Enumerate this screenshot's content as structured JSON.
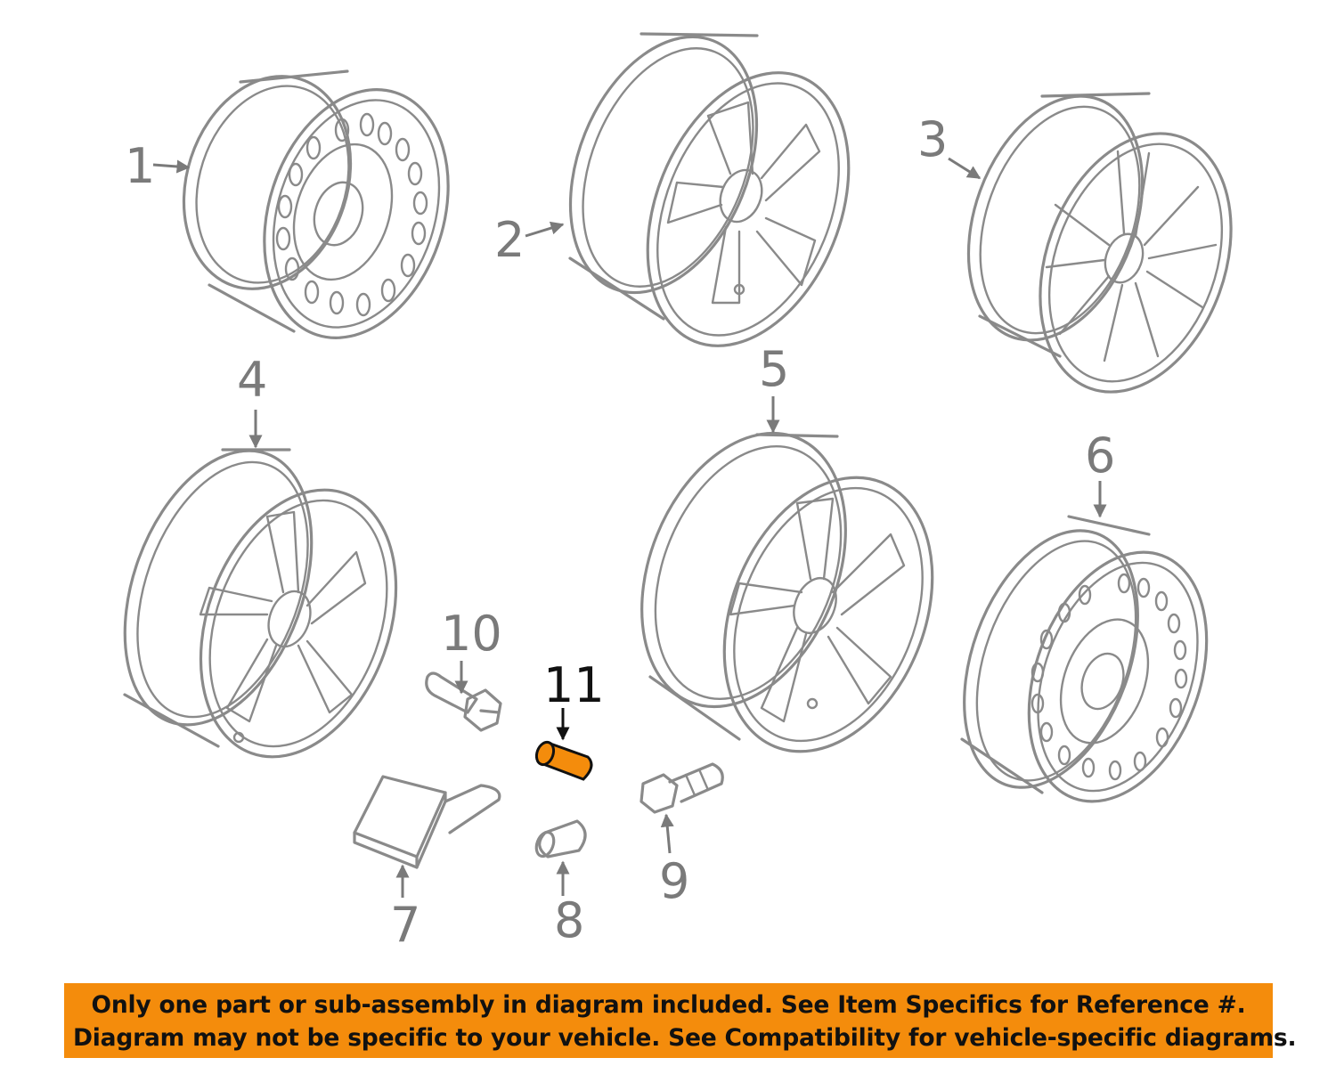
{
  "callouts": {
    "c1": "1",
    "c2": "2",
    "c3": "3",
    "c4": "4",
    "c5": "5",
    "c6": "6",
    "c7": "7",
    "c8": "8",
    "c9": "9",
    "c10": "10",
    "c11": "11"
  },
  "highlight_color": "#f48c0c",
  "line_color": "#8a8a8a",
  "banner": {
    "line1": "Only one part or sub-assembly in diagram included. See Item Specifics for Reference #.",
    "line2": "Diagram may not be specific to your vehicle. See Compatibility for vehicle-specific diagrams."
  }
}
